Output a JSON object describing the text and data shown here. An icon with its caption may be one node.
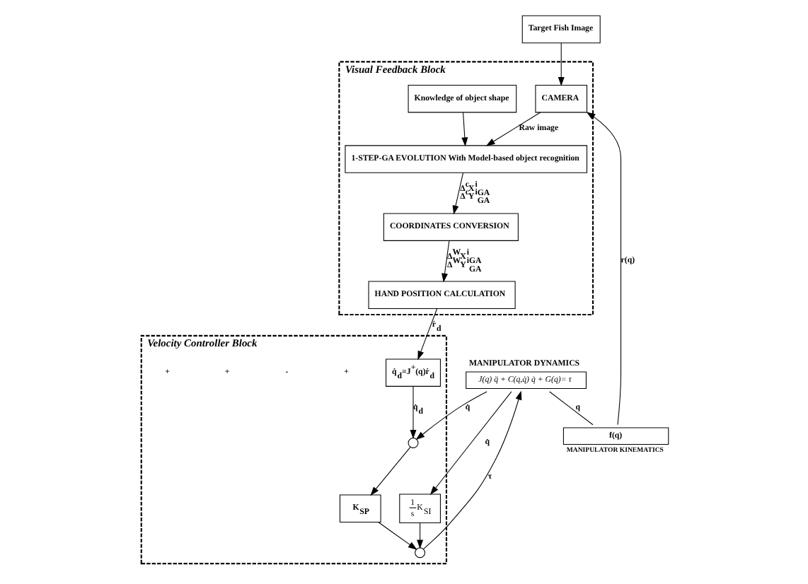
{
  "diagram": {
    "nodes": [
      {
        "text": [
          "Visual Feedback Block"
        ]
      },
      {
        "text": [
          "COORDINATES CONVERSION"
        ],
        "in": 0
      },
      {
        "text": [
          "1-STEP-GA EVOLUTION With Model-based object recognition"
        ],
        "in": 0
      },
      {
        "text": [
          "Knowledge of object shape"
        ],
        "in": 0
      },
      {
        "text": [
          "HAND POSITION CALCULATION"
        ],
        "in": 0
      },
      {
        "text": [
          "CAMERA"
        ],
        "in": 0
      },
      {
        "text": [
          "Target Fish Image"
        ]
      },
      {
        "text": [
          "Velocity Controller Block"
        ]
      },
      {
        "text": [
          "q̇$_{d}$=J$^{+}$(q)ṙ$_{d}$"
        ],
        "in": 7
      },
      {
        "text": [],
        "shape": "circle",
        "in": 7
      },
      {
        "text": [
          "K$_{SP}$"
        ],
        "in": 7
      },
      {
        "text": [],
        "shape": "circle",
        "in": 7
      },
      {
        "text": [
          "1",
          "s",
          "K$_{SI}$"
        ],
        "in": 7
      },
      {
        "text": [
          "MANIPULATOR DYNAMICS",
          "J(q) q̈ + C(q,q̇) q̇ + G(q)= τ"
        ]
      },
      {
        "text": [
          "f(q)"
        ],
        "beside": [
          "MANIPULATOR KINEMATICS"
        ]
      }
    ],
    "edges": [
      {
        "from": 6,
        "to": 5,
        "arrow": "to"
      },
      {
        "from": 5,
        "to": 2,
        "arrow": "to",
        "label": "Raw image"
      },
      {
        "from": 2,
        "to": 1,
        "arrow": "to",
        "label": "Δ$^{c}$X$^{i}$$_{GA}$ Δ$^{c}$Y$^{i}$$_{GA}$"
      },
      {
        "from": 3,
        "to": 2,
        "arrow": "to"
      },
      {
        "from": 1,
        "to": 4,
        "arrow": "to",
        "label": "Δ$^{W}$X$^{i}$$_{GA}$ Δ$^{W}$Y$^{i}$$_{GA}$"
      },
      {
        "from": 4,
        "to": 8,
        "arrow": "to",
        "label": "ṙ$_{d}$"
      },
      {
        "from": 8,
        "to": 9,
        "arrow": "to",
        "label": "q̇$_{d}$"
      },
      {
        "from": 9,
        "to": 10,
        "arrow": "to"
      },
      {
        "from": 10,
        "to": 11,
        "arrow": "to"
      },
      {
        "from": 12,
        "to": 11,
        "arrow": "to"
      },
      {
        "from": 11,
        "to": 13,
        "arrow": "to",
        "label": "τ"
      },
      {
        "from": 13,
        "to": 14,
        "arrow": "none",
        "label": "q"
      },
      {
        "from": 13,
        "to": 9,
        "arrow": "to",
        "label": "q̇"
      },
      {
        "from": 13,
        "to": 12,
        "arrow": "to",
        "label": "q̇"
      },
      {
        "from": 14,
        "to": 5,
        "arrow": "to",
        "label": "r(q)"
      }
    ],
    "labels": [
      "+",
      "-",
      "+",
      "+"
    ]
  }
}
